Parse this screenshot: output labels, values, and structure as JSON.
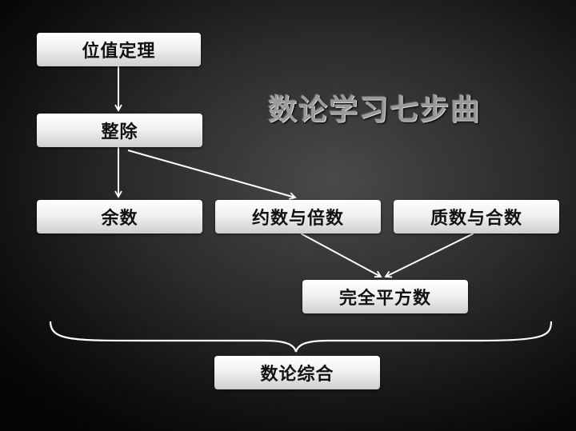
{
  "title": "数论学习七步曲",
  "nodes": {
    "positional_value": "位值定理",
    "divisibility": "整除",
    "remainder": "余数",
    "divisors_multiples": "约数与倍数",
    "primes_composites": "质数与合数",
    "perfect_squares": "完全平方数",
    "comprehensive": "数论综合"
  },
  "colors": {
    "background": "#2c2c2c",
    "node_fill": "#f1f1f1",
    "arrow": "#ffffff",
    "title": "#9a9a9a"
  }
}
